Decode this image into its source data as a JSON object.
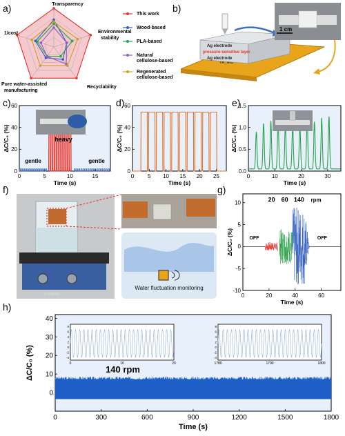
{
  "panel_labels": [
    "a)",
    "b)",
    "c)",
    "d)",
    "e)",
    "f)",
    "g)",
    "h)"
  ],
  "radar": {
    "axes": [
      "Transparency",
      "Environmental stability",
      "Recyclability",
      "Pure water-assisted manufacturing",
      "1/cost"
    ],
    "series": [
      {
        "name": "This work",
        "color": "#e8322a",
        "values": [
          1,
          1,
          1,
          1,
          1
        ]
      },
      {
        "name": "Wood-based",
        "color": "#2f5dbf",
        "values": [
          0.7,
          0.35,
          0.4,
          0.35,
          0.5
        ]
      },
      {
        "name": "PLA-based",
        "color": "#2aa24a",
        "values": [
          0.6,
          0.5,
          0.3,
          0.3,
          0.45
        ]
      },
      {
        "name": "Natural cellulose-based",
        "color": "#8e5fc9",
        "values": [
          0.5,
          0.35,
          0.55,
          0.3,
          0.35
        ]
      },
      {
        "name": "Regenerated cellulose-based",
        "color": "#c9a21e",
        "values": [
          0.65,
          0.65,
          0.6,
          0.6,
          0.6
        ]
      }
    ]
  },
  "schematic": {
    "labels": [
      "Ag electrode",
      "pressure-sensitive layer",
      "Ag electrode",
      "TA_MC"
    ],
    "scale_bar": "1 cm"
  },
  "photo_f": {
    "brand": "SUNRISE",
    "caption": "Water fluctuation monitoring"
  },
  "chart_data": [
    {
      "id": "c",
      "type": "line",
      "xlabel": "Time (s)",
      "ylabel": "ΔC/C₀ (%)",
      "xlim": [
        0,
        18
      ],
      "ylim": [
        0,
        60
      ],
      "xticks": [
        0,
        5,
        10,
        15
      ],
      "yticks": [
        0,
        20,
        40,
        60
      ],
      "annotations": [
        "gentle",
        "heavy",
        "gentle"
      ],
      "colors": {
        "gentle": "#2f5dbf",
        "heavy": "#e8322a"
      },
      "segments": [
        {
          "name": "gentle",
          "t_start": 0,
          "t_end": 5.6,
          "cycles": 14,
          "amplitude": 2
        },
        {
          "name": "heavy",
          "t_start": 5.8,
          "t_end": 10.4,
          "cycles": 11,
          "amplitude": 38
        },
        {
          "name": "gentle",
          "t_start": 10.8,
          "t_end": 18,
          "cycles": 16,
          "amplitude": 2
        }
      ]
    },
    {
      "id": "d",
      "type": "line",
      "xlabel": "Time (s)",
      "ylabel": "ΔC/C₀ (%)",
      "xlim": [
        0,
        28
      ],
      "ylim": [
        0,
        60
      ],
      "xticks": [
        0,
        5,
        10,
        15,
        20,
        25
      ],
      "yticks": [
        0,
        20,
        40,
        60
      ],
      "color": "#e2742a",
      "pulses": {
        "count": 10,
        "t_start": 2.5,
        "period": 2.3,
        "width": 1.9,
        "amplitude": 54
      }
    },
    {
      "id": "e",
      "type": "line",
      "xlabel": "Time (s)",
      "ylabel": "ΔC/C₀ (%)",
      "xlim": [
        0,
        35
      ],
      "ylim": [
        0,
        1.5
      ],
      "xticks": [
        0,
        10,
        20,
        30
      ],
      "yticks": [
        0.0,
        0.5,
        1.0,
        1.5
      ],
      "color": "#2aa24a",
      "peaks": {
        "count": 11,
        "t_start": 3,
        "period": 2.75,
        "amplitudes": [
          0.85,
          1.05,
          1.1,
          1.12,
          1.0,
          1.0,
          1.05,
          1.12,
          1.08,
          1.18,
          1.2
        ]
      }
    },
    {
      "id": "g",
      "type": "line",
      "xlabel": "Time (s)",
      "ylabel": "ΔC/C₀ (%)",
      "xlim": [
        0,
        75
      ],
      "ylim": [
        -10,
        12
      ],
      "xticks": [
        0,
        20,
        40,
        60
      ],
      "yticks": [
        -10,
        -5,
        0,
        5,
        10
      ],
      "labels": [
        "OFF",
        "OFF"
      ],
      "unit": "rpm",
      "series": [
        {
          "name": "20",
          "color": "#e8322a",
          "t_start": 17,
          "t_end": 27,
          "amplitude": 1
        },
        {
          "name": "60",
          "color": "#2aa24a",
          "t_start": 28,
          "t_end": 38,
          "amplitude": 4
        },
        {
          "name": "140",
          "color": "#2f5dbf",
          "t_start": 38,
          "t_end": 51,
          "amplitude": 9
        }
      ]
    },
    {
      "id": "h",
      "type": "line",
      "xlabel": "Time (s)",
      "ylabel": "ΔC/C₀ (%)",
      "xlim": [
        0,
        1800
      ],
      "ylim": [
        -10,
        42
      ],
      "xticks": [
        0,
        300,
        600,
        900,
        1200,
        1500,
        1800
      ],
      "yticks": [
        0,
        10,
        20,
        30,
        40
      ],
      "color": "#1f5fc8",
      "label": "140 rpm",
      "band": [
        -3.5,
        7
      ],
      "insets": [
        {
          "xlim": [
            0,
            20
          ],
          "xticks": [
            0,
            10,
            20
          ],
          "ylim": [
            -5,
            9
          ],
          "yticks": [
            -4,
            -2,
            0,
            2,
            4,
            6,
            8
          ],
          "cycles": 25
        },
        {
          "xlim": [
            1780,
            1800
          ],
          "xticks": [
            1780,
            1790,
            1800
          ],
          "ylim": [
            -5,
            9
          ],
          "yticks": [
            -4,
            -2,
            0,
            2,
            4,
            6,
            8
          ],
          "cycles": 25
        }
      ]
    }
  ]
}
